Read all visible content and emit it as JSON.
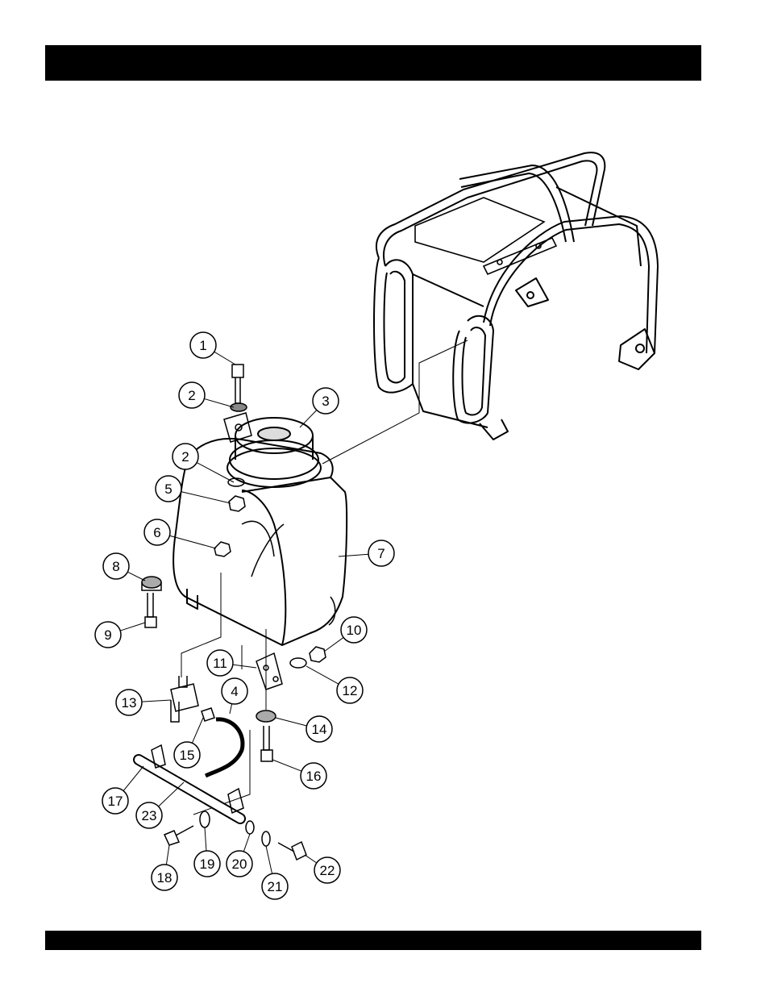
{
  "header_bar_text": "",
  "footer_bar_text": "",
  "colors": {
    "ink": "#000000",
    "paper": "#ffffff"
  },
  "callouts": [
    {
      "label": "1"
    },
    {
      "label": "2"
    },
    {
      "label": "3"
    },
    {
      "label": "2"
    },
    {
      "label": "5"
    },
    {
      "label": "6"
    },
    {
      "label": "7"
    },
    {
      "label": "8"
    },
    {
      "label": "9"
    },
    {
      "label": "10"
    },
    {
      "label": "11"
    },
    {
      "label": "12"
    },
    {
      "label": "13"
    },
    {
      "label": "4"
    },
    {
      "label": "14"
    },
    {
      "label": "15"
    },
    {
      "label": "16"
    },
    {
      "label": "17"
    },
    {
      "label": "23"
    },
    {
      "label": "18"
    },
    {
      "label": "19"
    },
    {
      "label": "20"
    },
    {
      "label": "21"
    },
    {
      "label": "22"
    }
  ]
}
